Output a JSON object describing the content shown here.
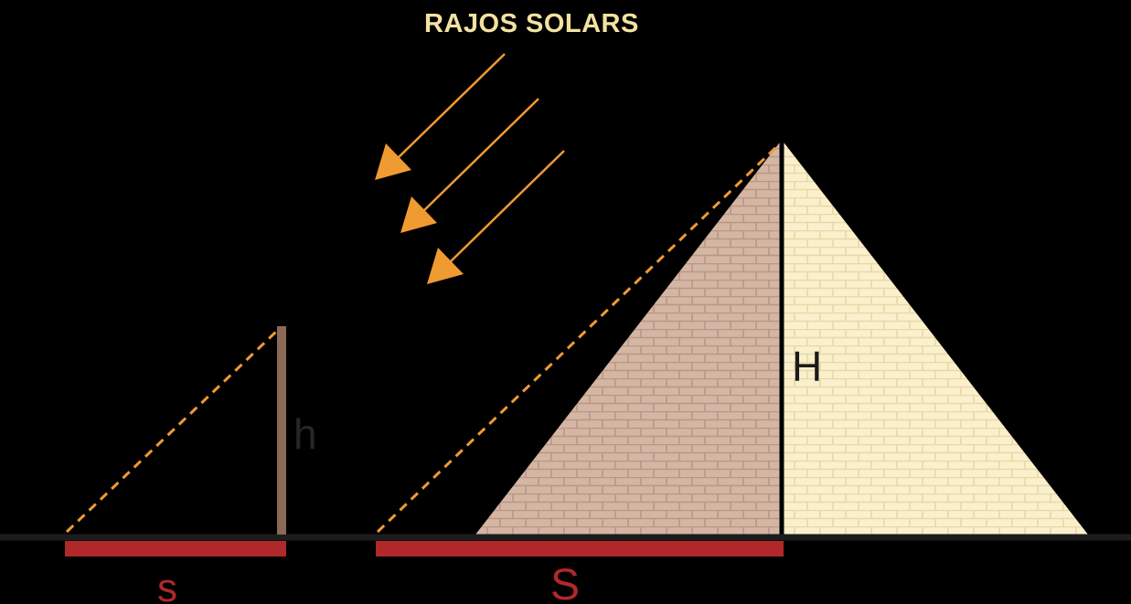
{
  "title": "RAJOS SOLARS",
  "labels": {
    "stick_height": "h",
    "pyramid_height": "H",
    "stick_shadow": "s",
    "pyramid_shadow": "S"
  },
  "colors": {
    "background": "#000000",
    "title": "#F3E2A0",
    "sun_ray": "#F09A32",
    "shadow": "#B0282A",
    "stick": "#8B6A55",
    "pyramid_shaded": "#D4B6A3",
    "pyramid_lit": "#FAF0CC",
    "brick_line_shaded": "#B8978A",
    "brick_line_lit": "#E8D8A8",
    "ground": "#1c1c1c",
    "height_line": "#000000"
  },
  "icons": {
    "sun_ray": "arrow-down-left-icon"
  }
}
